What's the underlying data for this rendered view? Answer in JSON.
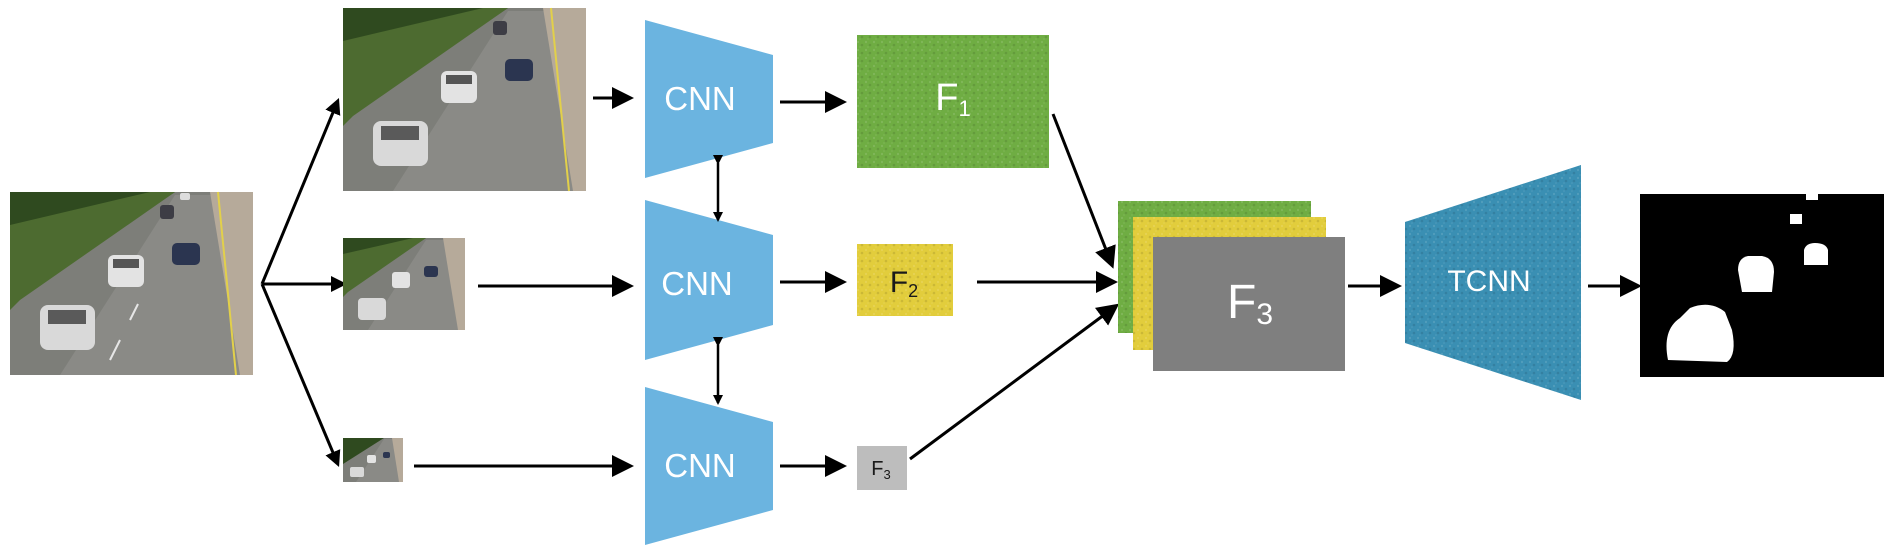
{
  "cnn_blocks": {
    "top": "CNN",
    "middle": "CNN",
    "bottom": "CNN",
    "color": "#6bb4e0"
  },
  "feature_maps": {
    "f1": {
      "base": "F",
      "sub": "1",
      "color": "#6fad43"
    },
    "f2": {
      "base": "F",
      "sub": "2",
      "color": "#e2cd3c"
    },
    "f3_small": {
      "base": "F",
      "sub": "3",
      "color": "#bdbdbd"
    },
    "f3_stack": {
      "base": "F",
      "sub": "3",
      "color": "#7f7f7f"
    }
  },
  "decoder": {
    "label": "TCNN",
    "color": "#3a8fb3"
  },
  "output_mask": {
    "background": "#000000",
    "foreground": "#ffffff"
  }
}
